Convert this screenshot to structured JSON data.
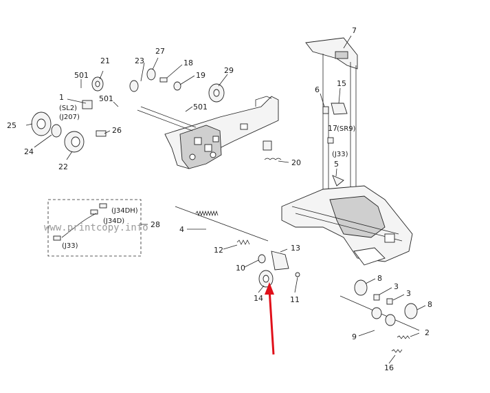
{
  "labels": {
    "l7": "7",
    "l21": "21",
    "l23": "23",
    "l27": "27",
    "l18": "18",
    "l19": "19",
    "l29": "29",
    "l501a": "501",
    "l501b": "501",
    "l501c": "501",
    "l1": "1",
    "lsl2": "(SL2)",
    "lj207": "(J207)",
    "l25": "25",
    "l24": "24",
    "l26": "26",
    "l22": "22",
    "l6": "6",
    "l15": "15",
    "l17": "17",
    "lsr9": "(SR9)",
    "lj33a": "(J33)",
    "l5": "5",
    "l20": "20",
    "lj34dh": "(J34DH)",
    "lj34d": "(J34D)",
    "l28": "28",
    "lj33b": "(J33)",
    "l4": "4",
    "l12": "12",
    "l13": "13",
    "l10": "10",
    "l14": "14",
    "l11": "11",
    "l8a": "8",
    "l3a": "3",
    "l3b": "3",
    "l8b": "8",
    "l2": "2",
    "l9": "9",
    "l16": "16"
  },
  "watermark": "www.printcopy.info",
  "colors": {
    "arrow": "#e0101a",
    "ink": "#222222"
  }
}
